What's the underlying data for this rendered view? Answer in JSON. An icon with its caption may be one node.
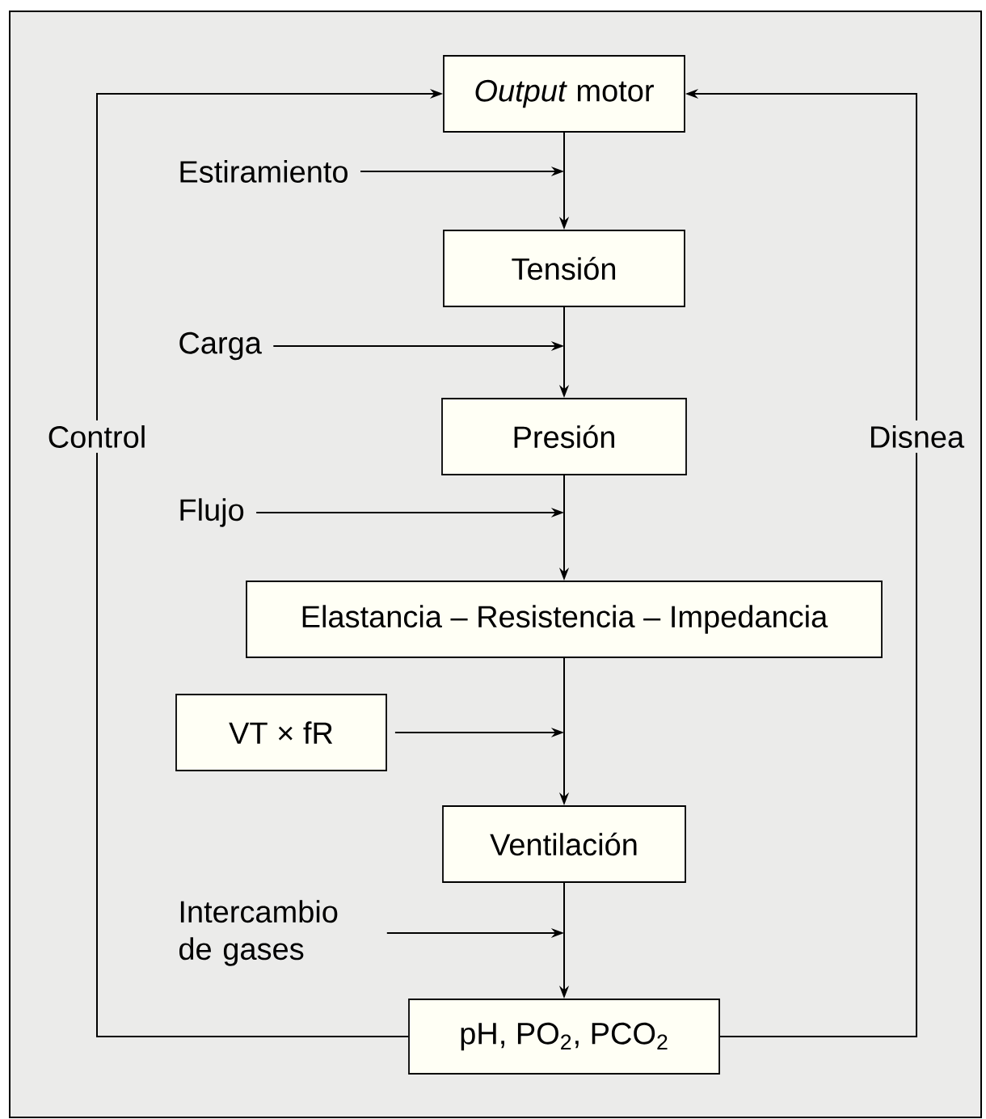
{
  "diagram": {
    "nodes": [
      {
        "text": [
          "*Output* motor"
        ]
      },
      {
        "text": [
          "Tensión"
        ]
      },
      {
        "text": [
          "Presión"
        ]
      },
      {
        "text": [
          "Elastancia – Resistencia – Impedancia"
        ]
      },
      {
        "text": [
          "Ventilación"
        ]
      },
      {
        "text": [
          "pH, PO$_{2}$, PCO$_{2}$"
        ]
      },
      {
        "text": [
          "VT × fR"
        ]
      },
      {
        "text": [
          "Estiramiento"
        ]
      },
      {
        "text": [
          "Carga"
        ]
      },
      {
        "text": [
          "Flujo"
        ]
      },
      {
        "text": [
          "Intercambio de gases"
        ]
      }
    ],
    "edges": [
      {
        "from": 0,
        "to": 1,
        "arrow": "to"
      },
      {
        "from": 1,
        "to": 2,
        "arrow": "to"
      },
      {
        "from": 2,
        "to": 3,
        "arrow": "to"
      },
      {
        "from": 3,
        "to": 4,
        "arrow": "to"
      },
      {
        "from": 4,
        "to": 5,
        "arrow": "to"
      },
      {
        "from": 7,
        "to": null,
        "arrow": "to"
      },
      {
        "from": 8,
        "to": null,
        "arrow": "to"
      },
      {
        "from": 9,
        "to": null,
        "arrow": "to"
      },
      {
        "from": 6,
        "to": null,
        "arrow": "to"
      },
      {
        "from": 10,
        "to": null,
        "arrow": "to"
      },
      {
        "from": 5,
        "to": 0,
        "arrow": "to",
        "label": "Control"
      },
      {
        "from": 5,
        "to": 0,
        "arrow": "to",
        "label": "Disnea"
      }
    ]
  }
}
